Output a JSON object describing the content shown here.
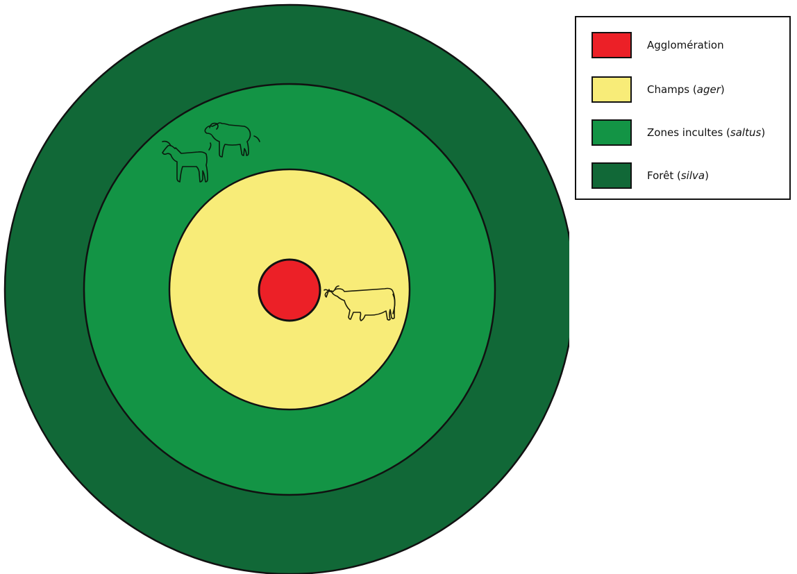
{
  "zones": [
    {
      "id": "silva",
      "color": "#116837"
    },
    {
      "id": "saltus",
      "color": "#139445"
    },
    {
      "id": "ager",
      "color": "#f8ec78"
    },
    {
      "id": "agglomeration",
      "color": "#ec2027"
    }
  ],
  "legend": {
    "items": [
      {
        "label": "Agglomération",
        "latin": "",
        "suffix": "",
        "color": "#ec2027"
      },
      {
        "label": "Champs (",
        "latin": "ager",
        "suffix": ")",
        "color": "#f8ec78"
      },
      {
        "label": "Zones incultes (",
        "latin": "saltus",
        "suffix": ")",
        "color": "#139445"
      },
      {
        "label": "Forêt (",
        "latin": "silva",
        "suffix": ")",
        "color": "#116837"
      }
    ]
  },
  "icons": [
    "goat-icon",
    "sheep-icon",
    "cow-icon"
  ]
}
